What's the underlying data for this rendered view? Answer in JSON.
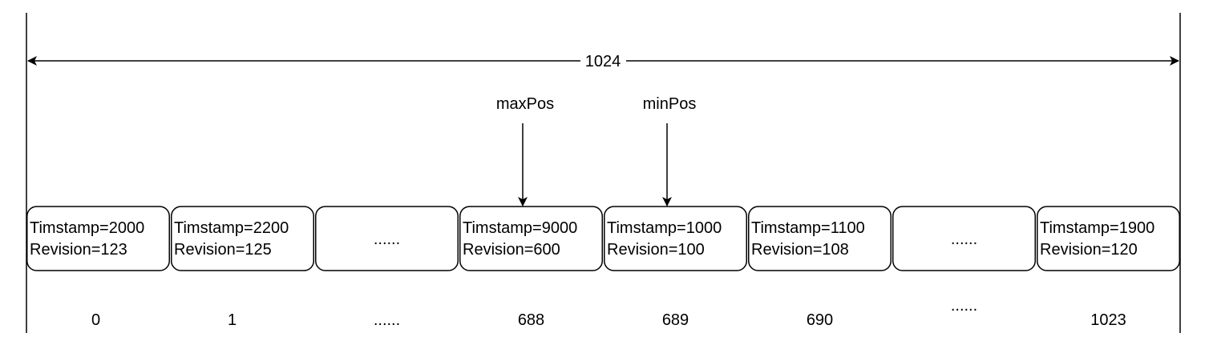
{
  "span_label": "1024",
  "pointers": [
    {
      "label": "maxPos",
      "cell": 3
    },
    {
      "label": "minPos",
      "cell": 4
    }
  ],
  "cells": [
    {
      "line1": "Timstamp=2000",
      "line2": "Revision=123"
    },
    {
      "line1": "Timstamp=2200",
      "line2": "Revision=125"
    },
    {
      "ellipsis": "......"
    },
    {
      "line1": "Timstamp=9000",
      "line2": "Revision=600"
    },
    {
      "line1": "Timstamp=1000",
      "line2": "Revision=100"
    },
    {
      "line1": "Timstamp=1100",
      "line2": "Revision=108"
    },
    {
      "ellipsis": "......"
    },
    {
      "line1": "Timstamp=1900",
      "line2": "Revision=120"
    }
  ],
  "indices": [
    "0",
    "1",
    "......",
    "688",
    "689",
    "690",
    "......",
    "1023"
  ],
  "colors": {
    "stroke": "#000000",
    "background": "#ffffff"
  }
}
